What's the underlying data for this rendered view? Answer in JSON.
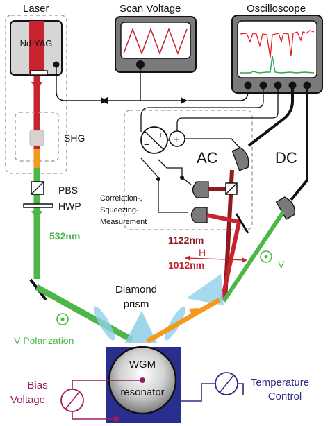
{
  "labels": {
    "laser": "Laser",
    "ndyag": "Nd:YAG",
    "scan_voltage": "Scan Voltage",
    "oscilloscope": "Oscilloscope",
    "shg": "SHG",
    "pbs": "PBS",
    "hwp": "HWP",
    "ac": "AC",
    "dc": "DC",
    "measurement_line1": "Correlation-,",
    "measurement_line2": "Squeezing-",
    "measurement_line3": "Measurement",
    "wavelength_532": "532nm",
    "wavelength_1122": "1122nm",
    "h_pol": "H",
    "wavelength_1012": "1012nm",
    "v_pol": "V",
    "diamond_line1": "Diamond",
    "diamond_line2": "prism",
    "v_polarization": "V Polarization",
    "wgm_line1": "WGM",
    "wgm_line2": "resonator",
    "bias_line1": "Bias",
    "bias_line2": "Voltage",
    "temp_line1": "Temperature",
    "temp_line2": "Control"
  },
  "colors": {
    "laser_red": "#c8242f",
    "pump_green": "#4cb648",
    "shg_orange": "#f39a1e",
    "signal_darkred": "#8e1b1e",
    "prism_blue": "#8ecfe8",
    "resonator_blue": "#2a2f8f",
    "bias_magenta": "#9b1b62",
    "temp_navy": "#2d2c82",
    "instrument_gray": "#7a7a7a"
  }
}
